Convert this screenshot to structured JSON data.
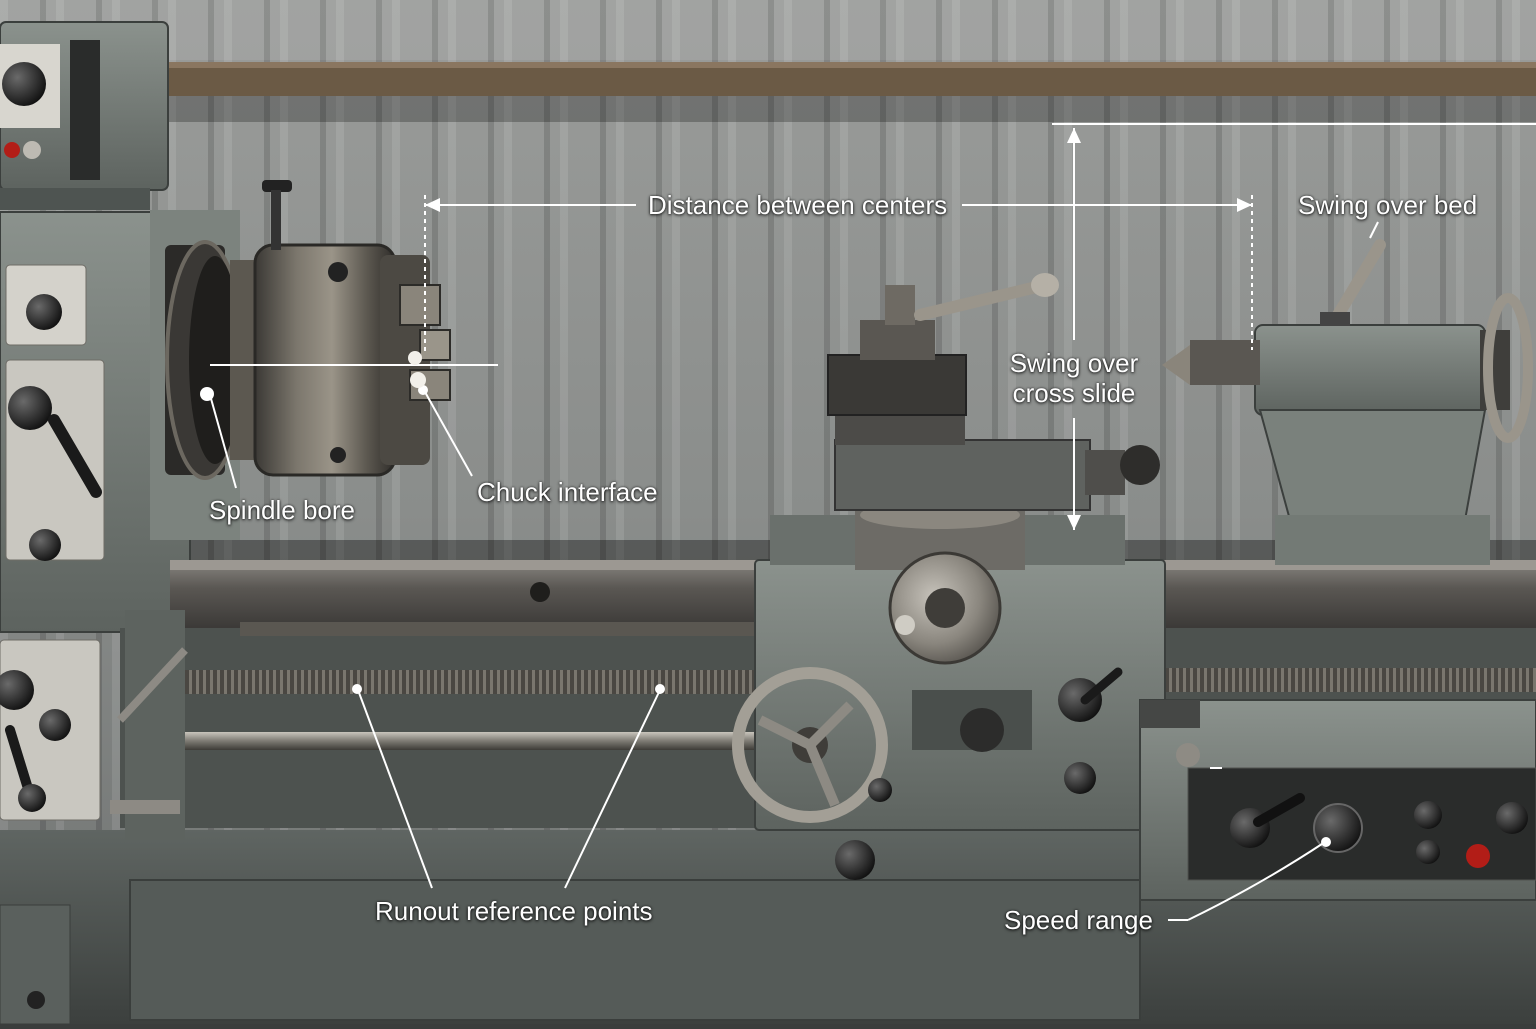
{
  "annotations": {
    "distance_between_centers": "Distance between centers",
    "swing_over_bed": "Swing over bed",
    "swing_over_cross_slide_line1": "Swing over",
    "swing_over_cross_slide_line2": "cross slide",
    "spindle_bore": "Spindle bore",
    "chuck_interface": "Chuck interface",
    "runout_reference_points": "Runout reference points",
    "speed_range": "Speed range"
  },
  "colors": {
    "annotation": "#ffffff",
    "machine_paint": "#7f8782",
    "wall": "#8e918f",
    "indicator_red": "#b21d17"
  }
}
